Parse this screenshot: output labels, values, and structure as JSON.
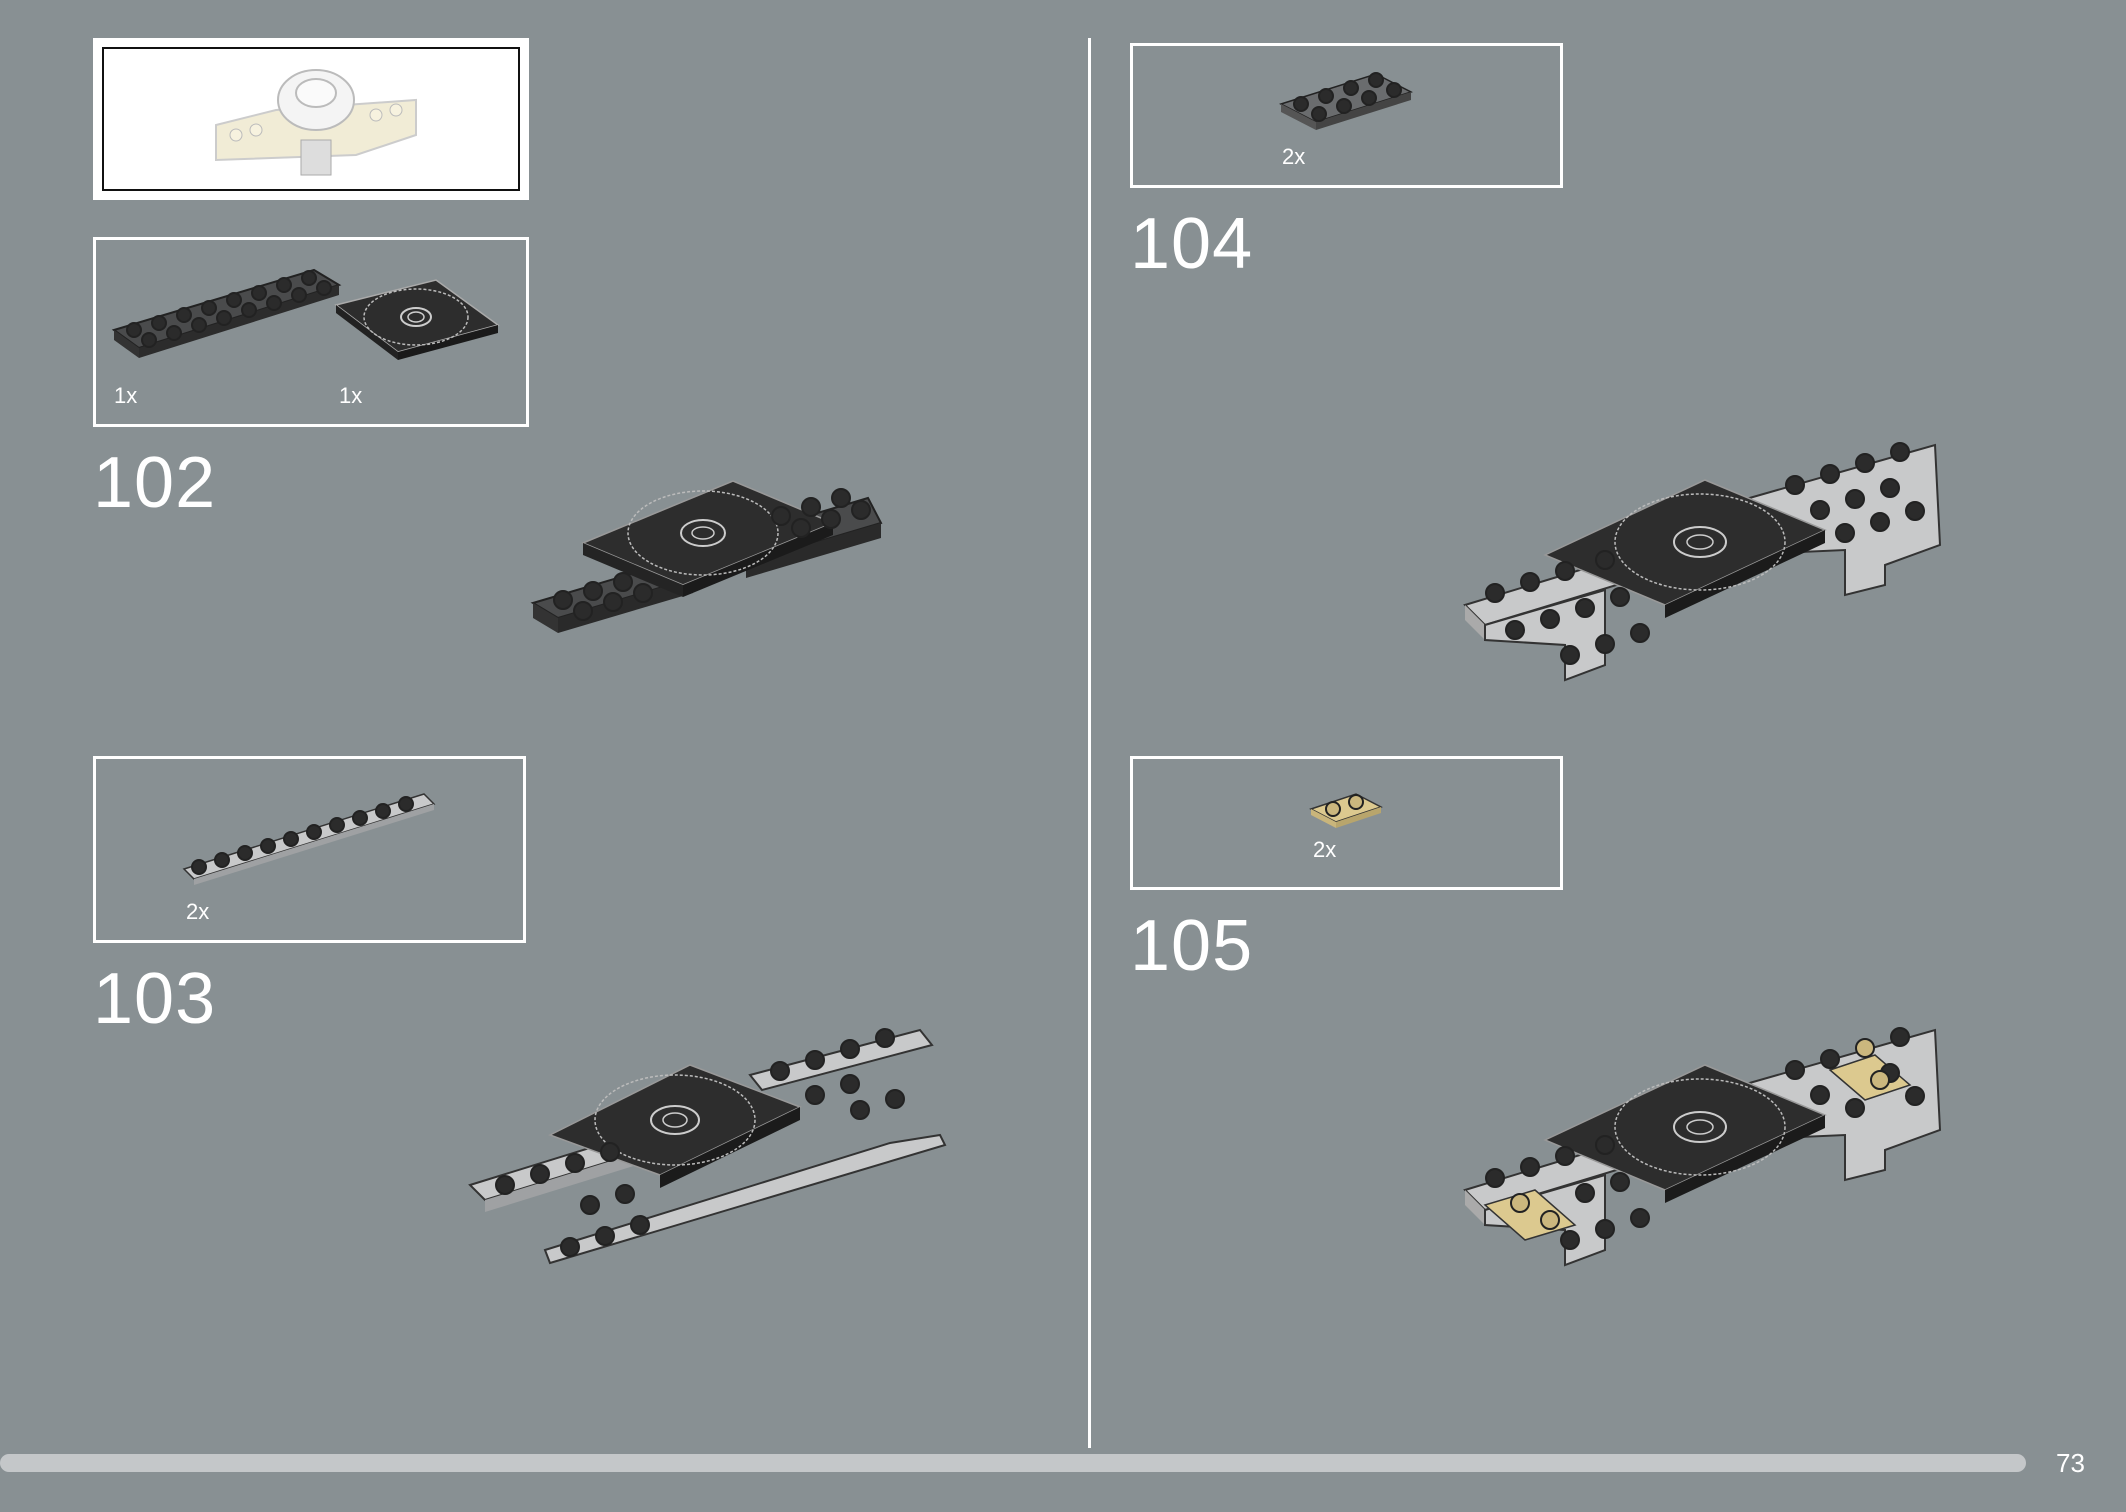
{
  "left_page": {
    "subassembly": {
      "icon": "subassembly-preview-icon"
    },
    "steps": [
      {
        "number": "102",
        "parts": [
          {
            "qty": "1x",
            "icon": "dark-plate-2x8-icon"
          },
          {
            "qty": "1x",
            "icon": "turntable-plate-icon"
          }
        ]
      },
      {
        "number": "103",
        "parts": [
          {
            "qty": "2x",
            "icon": "light-plate-1x10-icon"
          }
        ]
      }
    ]
  },
  "right_page": {
    "steps": [
      {
        "number": "104",
        "parts": [
          {
            "qty": "2x",
            "icon": "dark-plate-2x4-icon"
          }
        ]
      },
      {
        "number": "105",
        "parts": [
          {
            "qty": "2x",
            "icon": "tan-plate-1x2-icon"
          }
        ]
      }
    ]
  },
  "footer": {
    "page_number": "73"
  },
  "colors": {
    "background": "#889093",
    "dark_brick": "#3a3b3c",
    "light_brick": "#c8c9ca",
    "tan_brick": "#dcc98f"
  }
}
